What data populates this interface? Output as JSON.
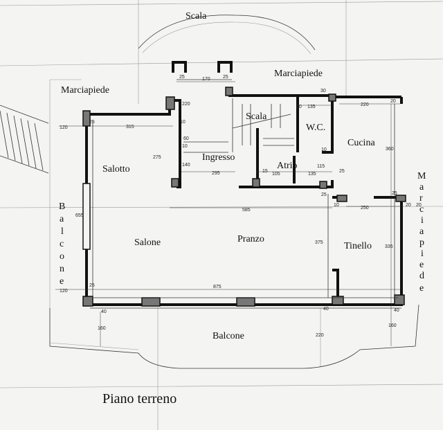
{
  "rooms": {
    "scala_top": "Scala",
    "marciapiede_top": "Marciapiede",
    "marciapiede_left": "Marciapiede",
    "scala": "Scala",
    "wc": "W.C.",
    "cucina": "Cucina",
    "salotto": "Salotto",
    "ingresso": "Ingresso",
    "atrio": "Atrio",
    "salone": "Salone",
    "pranzo": "Pranzo",
    "tinello": "Tinello",
    "balcone_bottom": "Balcone"
  },
  "vertical_labels": {
    "balcone_left": [
      "B",
      "a",
      "l",
      "c",
      "o",
      "n",
      "e"
    ],
    "marciapiede_right": [
      "M",
      "a",
      "r",
      "c",
      "i",
      "a",
      "p",
      "i",
      "e",
      "d",
      "e"
    ]
  },
  "dimensions": {
    "d1": "25",
    "d2": "170",
    "d3": "25",
    "d4": "220",
    "d5": "30",
    "d6": "10",
    "d7": "135",
    "d8": "220",
    "d9": "20",
    "d10": "120",
    "d11": "25",
    "d12": "315",
    "d13": "10",
    "d14": "60",
    "d15": "10",
    "d16": "275",
    "d17": "360",
    "d18": "140",
    "d19": "295",
    "d20": "15",
    "d21": "105",
    "d22": "135",
    "d23": "25",
    "d24": "115",
    "d25": "10",
    "d26": "585",
    "d27": "25",
    "d28": "10",
    "d29": "250",
    "d30": "25",
    "d31": "20",
    "d32": "20",
    "d33": "655",
    "d34": "375",
    "d35": "335",
    "d36": "120",
    "d37": "25",
    "d38": "875",
    "d39": "40",
    "d40": "40",
    "d41": "40",
    "d42": "160",
    "d43": "220",
    "d44": "160"
  },
  "caption": "Piano terreno"
}
